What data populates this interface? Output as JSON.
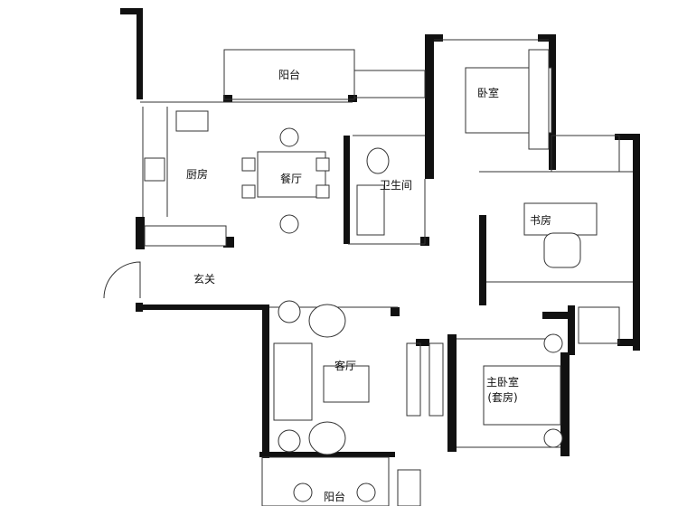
{
  "rooms": {
    "balcony_top": "阳台",
    "bedroom": "卧室",
    "kitchen": "厨房",
    "dining": "餐厅",
    "bathroom": "卫生间",
    "study": "书房",
    "entrance": "玄关",
    "living": "客厅",
    "master_bedroom": "主卧室",
    "master_suite_note": "(套房)",
    "balcony_bottom": "阳台"
  }
}
